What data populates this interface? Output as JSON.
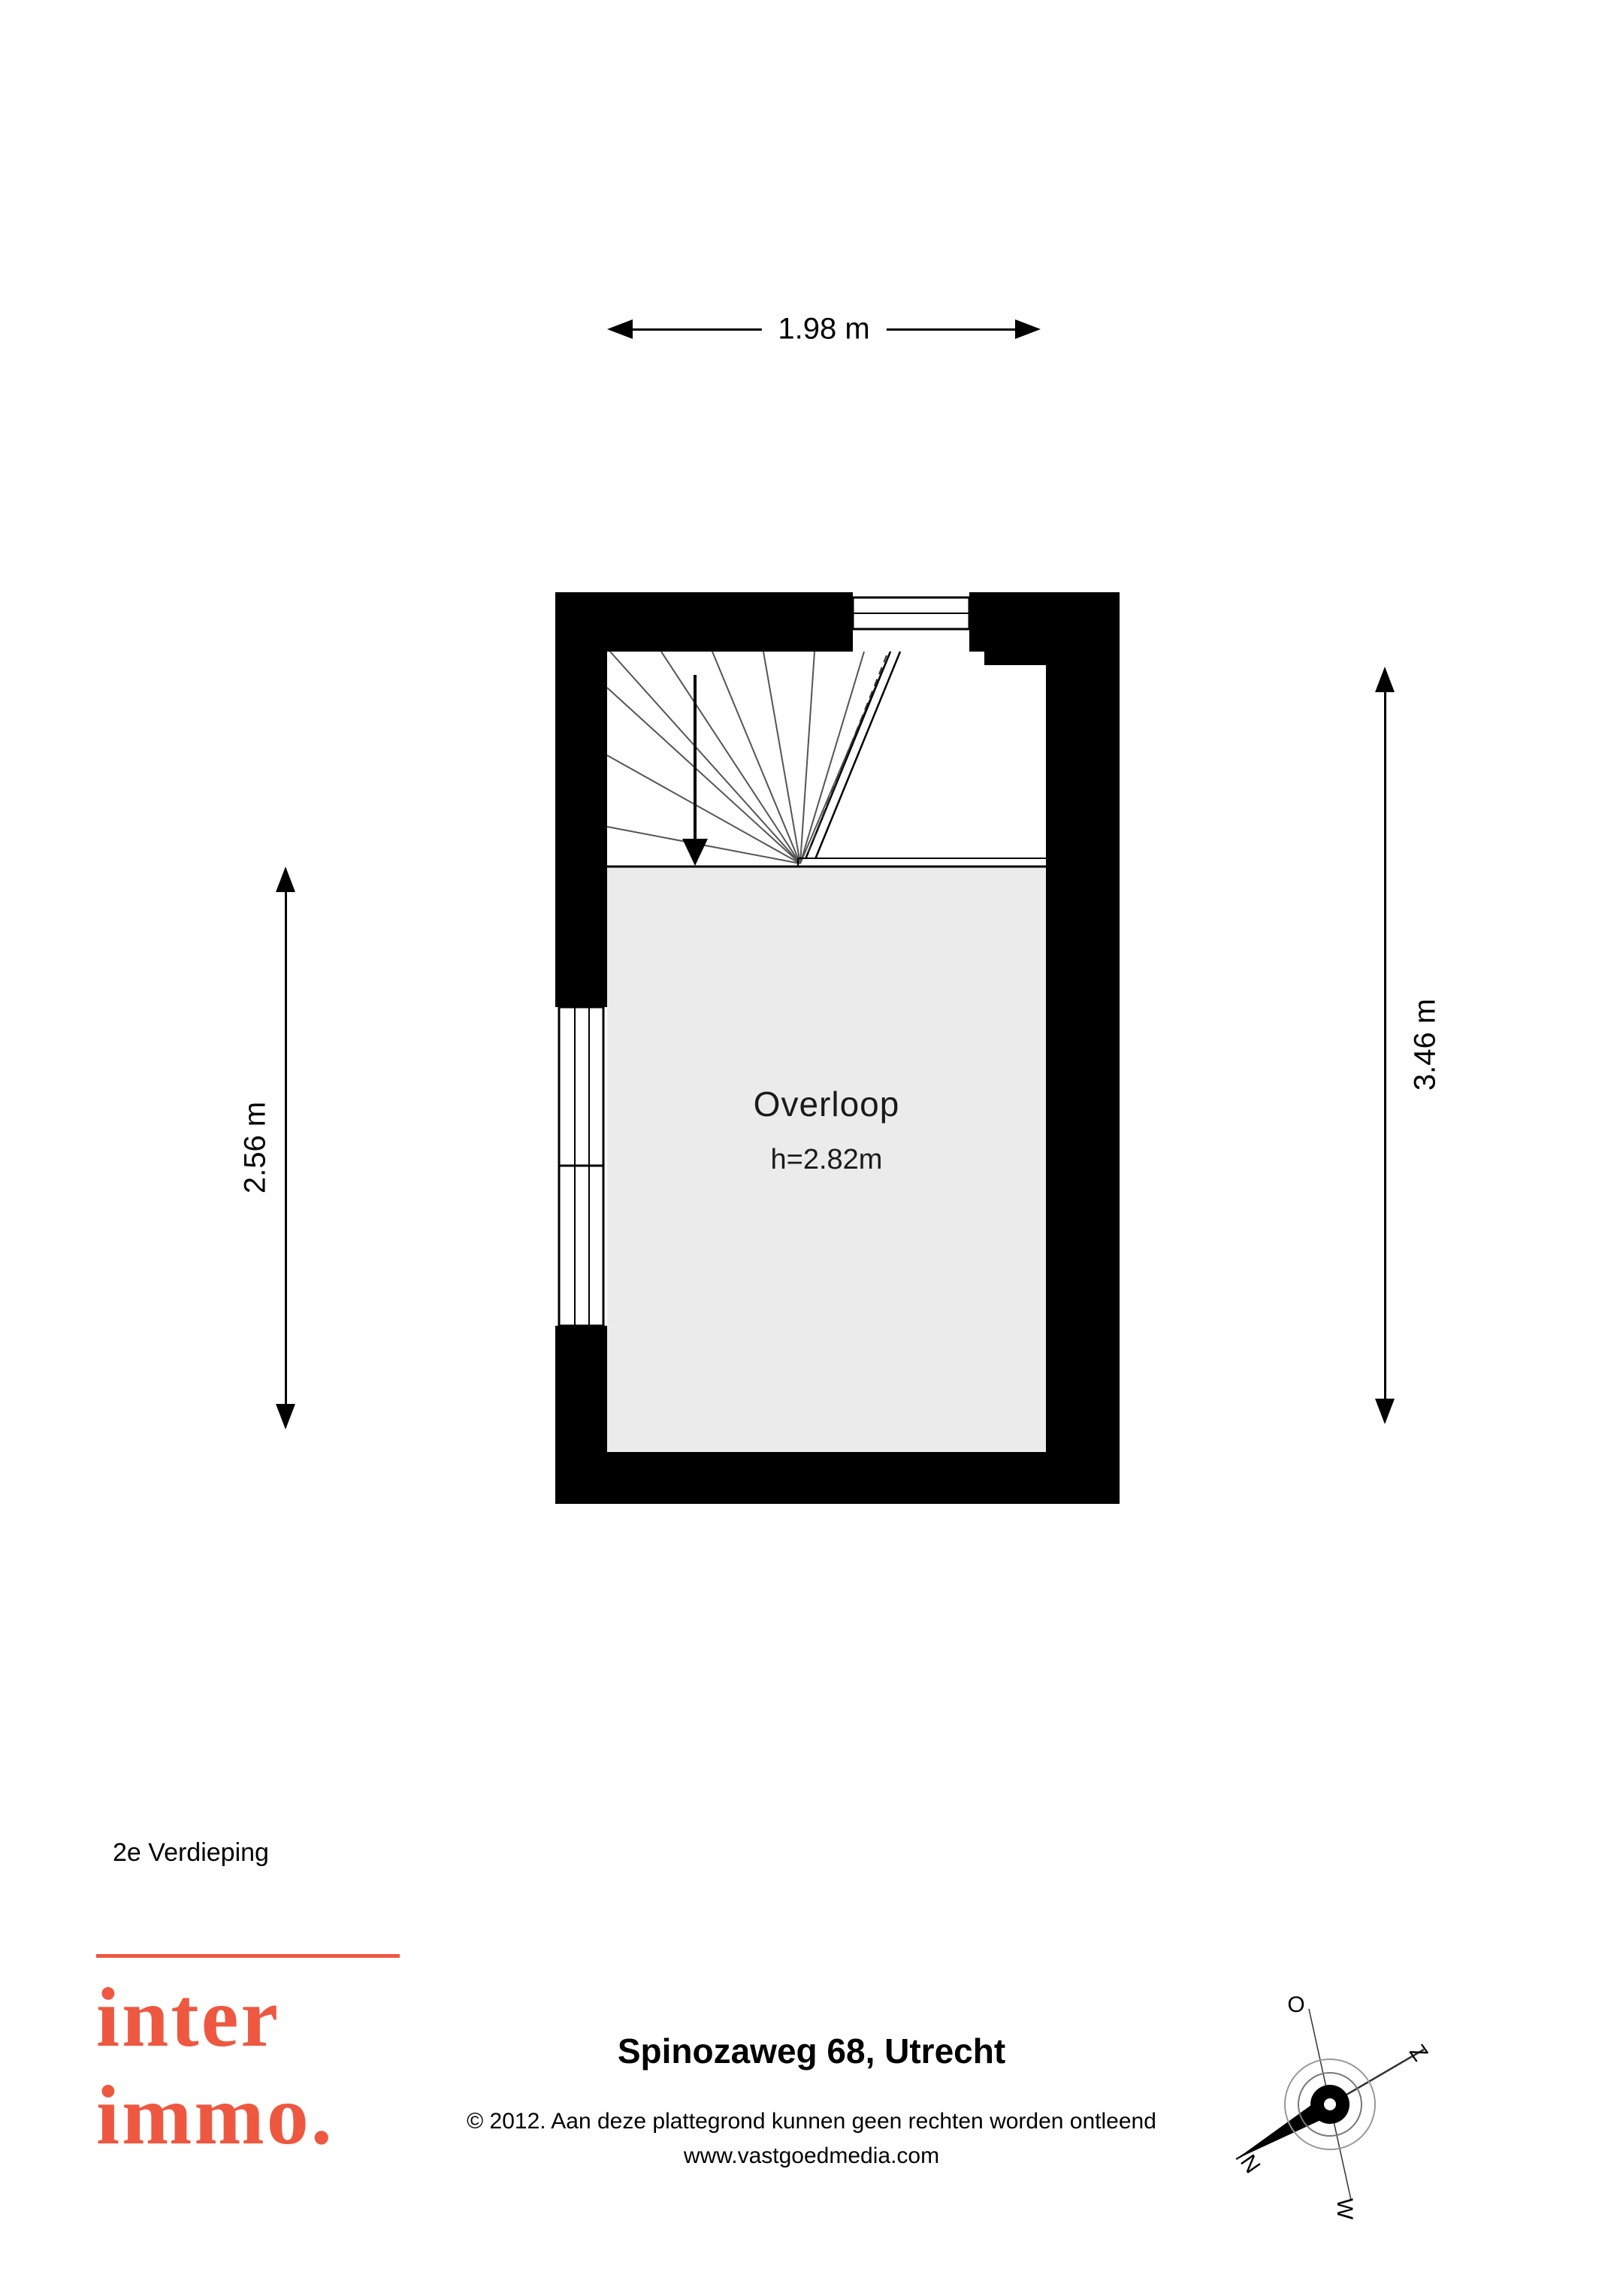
{
  "plan": {
    "room": {
      "name": "Overloop",
      "ceiling_height": "h=2.82m"
    },
    "dimensions": {
      "top_width": "1.98 m",
      "left_height": "2.56 m",
      "right_height": "3.46 m"
    },
    "floor_label": "2e Verdieping"
  },
  "footer": {
    "logo_line1": "inter",
    "logo_line2": "immo.",
    "address": "Spinozaweg 68, Utrecht",
    "copyright": "© 2012. Aan deze plattegrond kunnen geen rechten worden ontleend",
    "website": "www.vastgoedmedia.com"
  },
  "compass": {
    "north": "N",
    "east": "O",
    "south": "Z",
    "west": "W"
  },
  "colors": {
    "wall": "#000000",
    "room_fill": "#ebebeb",
    "logo_accent": "#ee5840"
  }
}
